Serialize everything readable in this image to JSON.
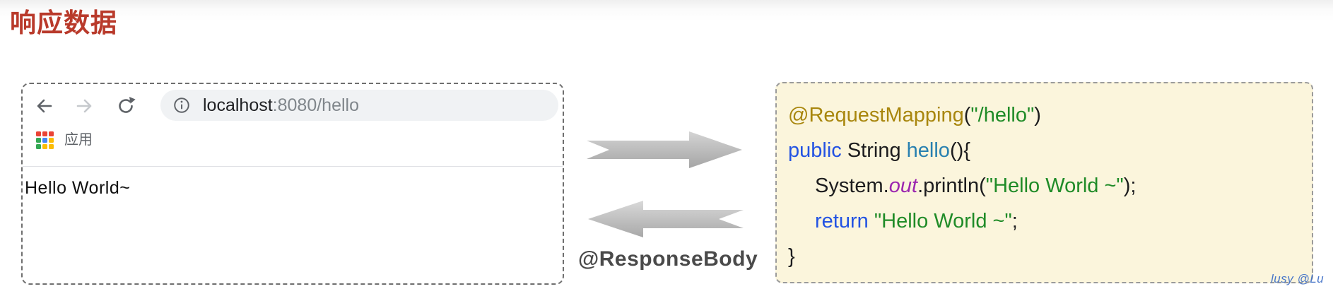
{
  "page": {
    "title": "响应数据",
    "watermark": "lusy @Lu",
    "colors": {
      "title_red": "#b93a2b",
      "code_background": "#fbf5dc",
      "arrow_gray": "#b5b5b5",
      "annotation_label_gray": "#4a4a4a",
      "watermark_blue": "#4a77c9"
    }
  },
  "browser": {
    "url": {
      "host": "localhost",
      "rest": ":8080/hello",
      "full": "localhost:8080/hello"
    },
    "bookmark_label": "应用",
    "page_content": "Hello World~",
    "apps_icon_colors": [
      "#ea4335",
      "#ea4335",
      "#ea4335",
      "#34a853",
      "#4285f4",
      "#fbbc05",
      "#34a853",
      "#fbbc05",
      "#fbbc05"
    ]
  },
  "flow": {
    "response_annotation": "@ResponseBody"
  },
  "code": {
    "token_colors": {
      "annotation": "#a8860d",
      "plain": "#1c1c1e",
      "string": "#1f8b27",
      "keyword": "#2353e3",
      "method": "#2880b0",
      "field": "#9c27b0"
    },
    "lines": [
      {
        "indent": 0,
        "tokens": [
          {
            "t": "@RequestMapping",
            "c": "annotation"
          },
          {
            "t": "(",
            "c": "plain"
          },
          {
            "t": "\"/hello\"",
            "c": "string"
          },
          {
            "t": ")",
            "c": "plain"
          }
        ]
      },
      {
        "indent": 0,
        "tokens": [
          {
            "t": "public ",
            "c": "keyword"
          },
          {
            "t": "String ",
            "c": "plain"
          },
          {
            "t": "hello",
            "c": "method"
          },
          {
            "t": "(){",
            "c": "plain"
          }
        ]
      },
      {
        "indent": 1,
        "tokens": [
          {
            "t": "System.",
            "c": "plain"
          },
          {
            "t": "out",
            "c": "field"
          },
          {
            "t": ".println(",
            "c": "plain"
          },
          {
            "t": "\"Hello World ~\"",
            "c": "string"
          },
          {
            "t": ");",
            "c": "plain"
          }
        ]
      },
      {
        "indent": 1,
        "tokens": [
          {
            "t": "return ",
            "c": "keyword"
          },
          {
            "t": "\"Hello World ~\"",
            "c": "string"
          },
          {
            "t": ";",
            "c": "plain"
          }
        ]
      },
      {
        "indent": 0,
        "tokens": [
          {
            "t": "}",
            "c": "plain"
          }
        ]
      }
    ]
  }
}
